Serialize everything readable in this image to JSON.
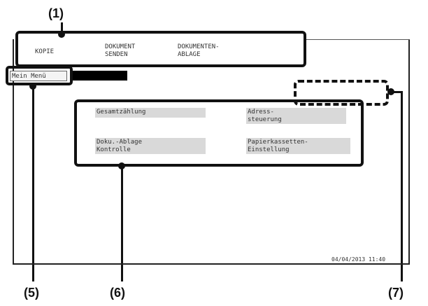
{
  "callouts": {
    "c1": "(1)",
    "c5": "(5)",
    "c6": "(6)",
    "c7": "(7)"
  },
  "tabs": [
    {
      "label": "KOPIE"
    },
    {
      "label": "DOKUMENT\nSENDEN"
    },
    {
      "label": "DOKUMENTEN-\nABLAGE"
    }
  ],
  "my_menu_label": "Mein Menü",
  "keys": [
    {
      "label": "Gesamtzählung"
    },
    {
      "label": "Adress-\nsteuerung"
    },
    {
      "label": "Doku.-Ablage\nKontrolle"
    },
    {
      "label": "Papierkassetten-\nEinstellung"
    }
  ],
  "timestamp": "04/04/2013 11:40"
}
